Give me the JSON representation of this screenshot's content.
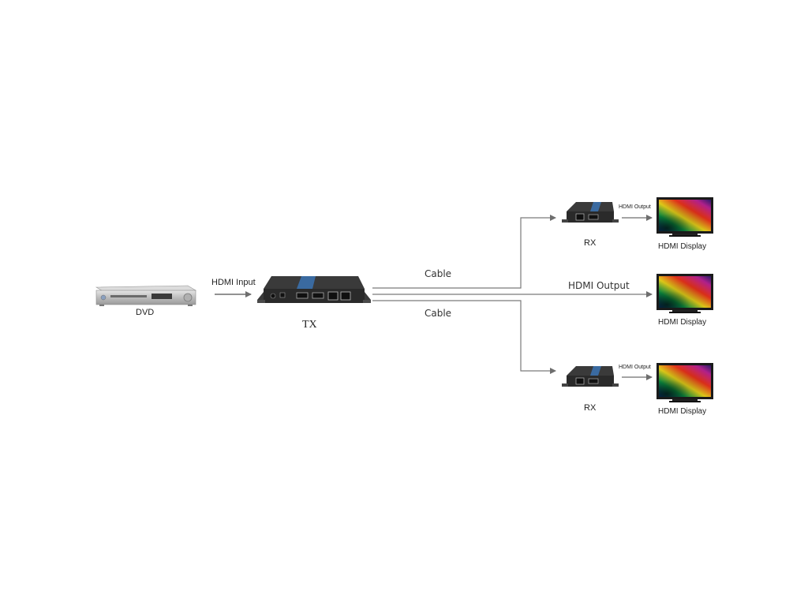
{
  "labels": {
    "dvd": "DVD",
    "hdmi_input": "HDMI Input",
    "tx": "TX",
    "cable_top": "Cable",
    "cable_bottom": "Cable",
    "hdmi_output_center": "HDMI Output",
    "rx_top": "RX",
    "rx_bottom": "RX",
    "hdmi_output_top": "HDMI Output",
    "hdmi_output_bottom": "HDMI Output",
    "display_top": "HDMI Display",
    "display_middle": "HDMI Display",
    "display_bottom": "HDMI Display"
  },
  "colors": {
    "line": "#7a7a7a",
    "device_dark": "#2b2b2b",
    "dvd_silver": "#c8c8c8"
  }
}
